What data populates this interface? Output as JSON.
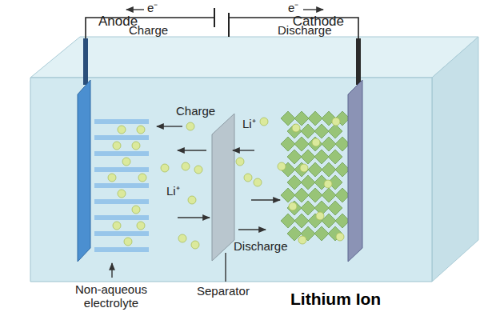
{
  "diagram": {
    "title": "Lithium Ion",
    "nodes": [
      {
        "text": [
          "Anode"
        ]
      },
      {
        "text": [
          "Cathode"
        ]
      }
    ],
    "edges": [
      {
        "from": 0,
        "to": 1,
        "arrow": "none"
      }
    ],
    "labels": [
      "e⁻",
      "Charge",
      "e⁻",
      "Discharge",
      "Charge",
      "Li⁺",
      "Li⁺",
      "Discharge",
      "Non-aqueous electrolyte",
      "Separator"
    ]
  }
}
